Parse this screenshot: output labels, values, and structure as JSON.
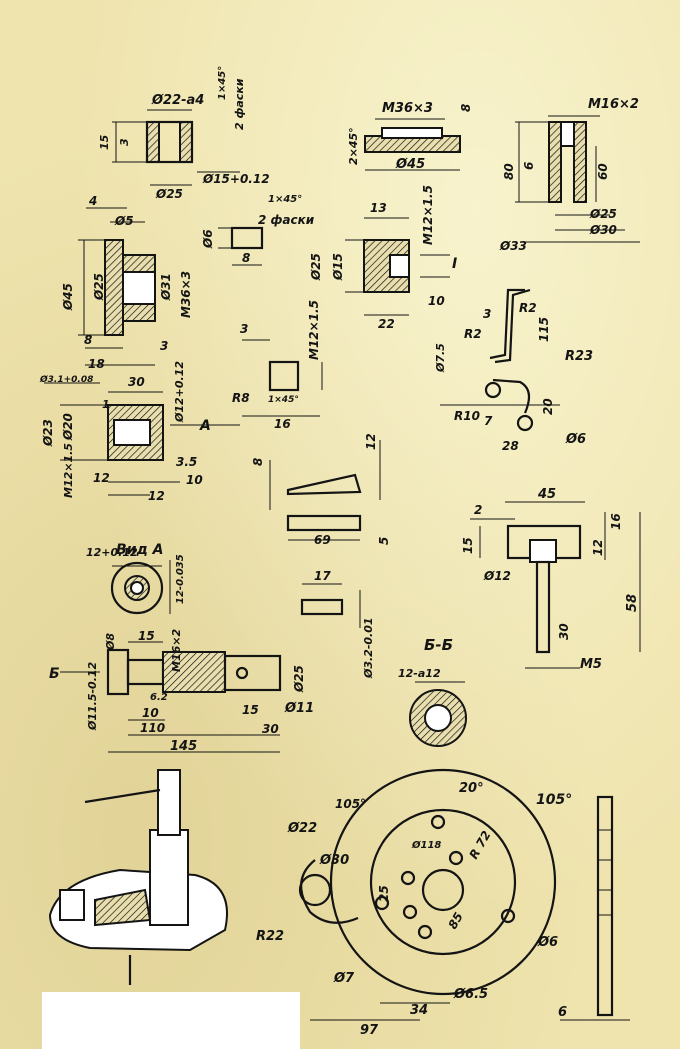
{
  "sheet": {
    "title_view_a": "Вид А",
    "title_section_b": "Б-Б",
    "arrow_a": "А",
    "arrow_b": "Б",
    "roman_one": "I"
  },
  "part_top_left": {
    "dia_top": "Ø22-a4",
    "chamfer": "1×45°",
    "chamfer_note": "2 фаски",
    "h15": "15",
    "h3": "3",
    "dia_bottom": "Ø25",
    "dia_hole": "Ø15+0.12"
  },
  "part_nut_m36": {
    "thread": "M36×3",
    "h8": "8",
    "chamfer": "2×45°",
    "dia": "Ø45"
  },
  "part_m16": {
    "thread": "M16×2",
    "h80": "80",
    "h6": "6",
    "h60": "60",
    "d25": "Ø25",
    "d30": "Ø30",
    "d33": "Ø33"
  },
  "part_flange": {
    "d4": "4",
    "d5": "Ø5",
    "d45": "Ø45",
    "d25": "Ø25",
    "d31": "Ø31",
    "thread": "M36×3",
    "d8": "8",
    "d18": "18",
    "d3": "3"
  },
  "part_small_bush": {
    "chamfer": "1×45°",
    "note": "2 фаски",
    "d6": "Ø6",
    "l8": "8"
  },
  "part_m12_nut": {
    "d13": "13",
    "thread": "M12×1.5",
    "d25": "Ø25",
    "d15": "Ø15",
    "d10": "10",
    "d22": "22"
  },
  "part_bracket": {
    "r2a": "R2",
    "r2b": "R2",
    "d3": "3",
    "d115": "115",
    "d7_5": "Ø7.5",
    "r23": "R23",
    "r10": "R10",
    "d7": "7",
    "d20": "20",
    "d28": "28",
    "d6": "Ø6"
  },
  "part_m12_pin": {
    "d3": "3",
    "thread": "M12×1.5",
    "r8": "R8",
    "chamfer": "1×45°",
    "l16": "16"
  },
  "part_housing": {
    "d31": "Ø3.1+0.08",
    "d30": "30",
    "d23": "Ø23",
    "d20": "Ø20",
    "d12": "Ø12+0.12",
    "one": "1",
    "thread": "M12×1.5",
    "d3_5": "3.5",
    "d12a": "12",
    "d10": "10",
    "d12b": "12"
  },
  "part_wedge": {
    "h8": "8",
    "h12": "12",
    "l69": "69",
    "h5": "5"
  },
  "part_handle_t": {
    "l45": "45",
    "d2": "2",
    "h16": "16",
    "h15": "15",
    "h12": "12",
    "d12": "Ø12",
    "h58": "58",
    "h30": "30",
    "thread": "M5"
  },
  "view_a": {
    "d12": "12+0.12",
    "d12b": "12-0.035"
  },
  "part_pin17": {
    "l17": "17",
    "d": "Ø3.2-0.01"
  },
  "part_screw": {
    "d8": "Ø8",
    "d15": "15",
    "thread": "M16×2",
    "d11_5": "Ø11.5-0.12",
    "d6_2": "6.2",
    "d10": "10",
    "d110": "110",
    "d145": "145",
    "d15b": "15",
    "d30": "30",
    "d25": "Ø25",
    "d11": "Ø11"
  },
  "section_bb": {
    "d12": "12-a12"
  },
  "base_plate": {
    "a105a": "105°",
    "a20": "20°",
    "a105b": "105°",
    "d22": "Ø22",
    "d30": "Ø30",
    "d118": "Ø118",
    "r72": "R 72",
    "d25": "25",
    "d85": "85",
    "r22": "R22",
    "d6": "Ø6",
    "d7": "Ø7",
    "d6_5": "Ø6.5",
    "d34": "34",
    "d97": "97",
    "thk6": "6"
  }
}
